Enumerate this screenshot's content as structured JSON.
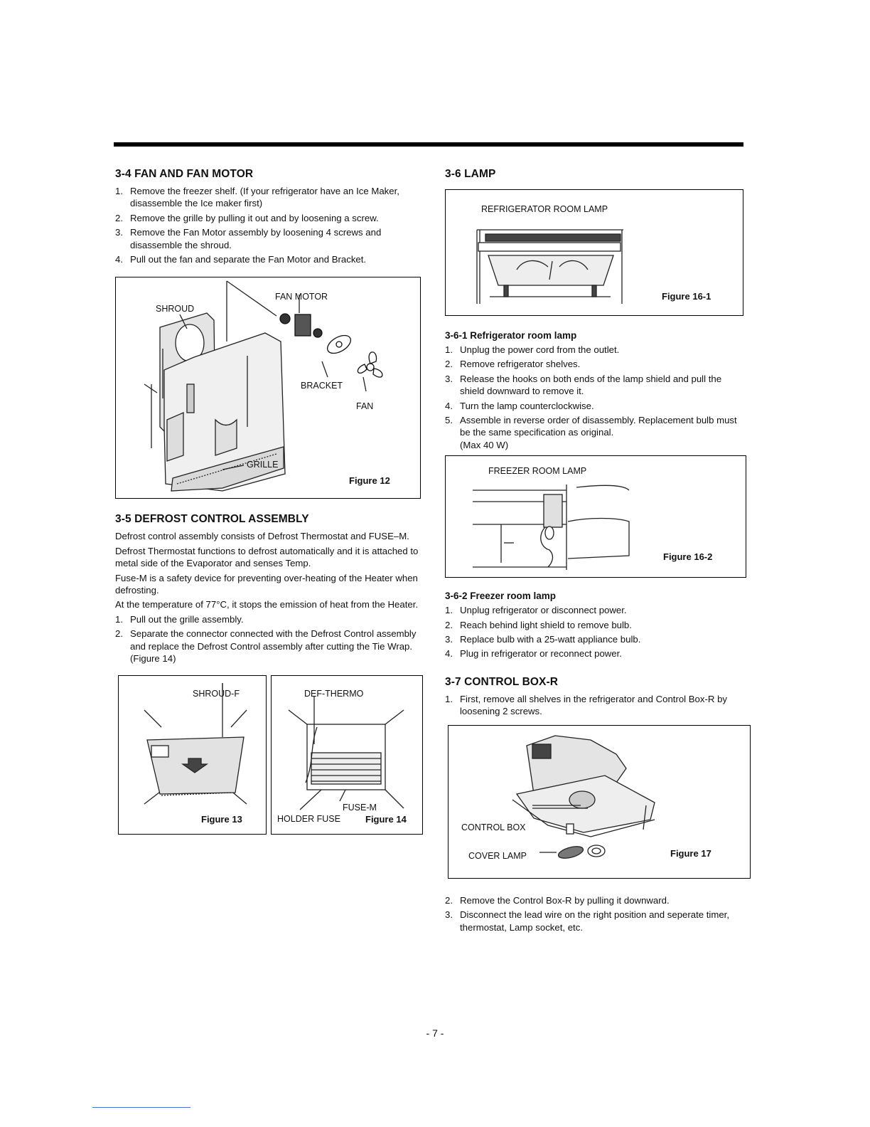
{
  "left": {
    "fan": {
      "heading": "3-4 FAN AND FAN MOTOR",
      "steps": [
        {
          "n": "1.",
          "t": "Remove the freezer shelf. (If your refrigerator have an Ice Maker, disassemble the Ice maker first)"
        },
        {
          "n": "2.",
          "t": "Remove the grille by pulling it out and by loosening a screw."
        },
        {
          "n": "3.",
          "t": "Remove the Fan Motor assembly by loosening 4 screws and disassemble the shroud."
        },
        {
          "n": "4.",
          "t": "Pull out the fan and separate the Fan Motor and Bracket."
        }
      ],
      "figure": {
        "labels": {
          "fan_motor": "FAN MOTOR",
          "shroud": "SHROUD",
          "bracket": "BRACKET",
          "fan": "FAN",
          "grille": "GRILLE"
        },
        "caption": "Figure 12"
      }
    },
    "defrost": {
      "heading": "3-5 DEFROST CONTROL ASSEMBLY",
      "paras": [
        "Defrost control assembly consists of Defrost Thermostat and FUSE–M.",
        "Defrost Thermostat functions to defrost automatically and it is attached to metal side of the Evaporator and senses Temp.",
        "Fuse-M is a safety device for preventing over-heating of the Heater when defrosting.",
        "At the temperature of 77°C, it stops the emission of heat from the Heater."
      ],
      "steps": [
        {
          "n": "1.",
          "t": "Pull out the grille assembly."
        },
        {
          "n": "2.",
          "t": "Separate the connector connected with the Defrost Control assembly and replace the Defrost Control assembly after cutting the Tie Wrap. (Figure 14)"
        }
      ],
      "fig13": {
        "label": "SHROUD-F",
        "caption": "Figure 13"
      },
      "fig14": {
        "label_thermo": "DEF-THERMO",
        "label_fuse": "FUSE-M",
        "label_holder": "HOLDER FUSE",
        "caption": "Figure 14"
      }
    }
  },
  "right": {
    "lamp": {
      "heading": "3-6 LAMP",
      "fig16_1": {
        "label": "REFRIGERATOR ROOM LAMP",
        "caption": "Figure  16-1"
      },
      "sub1": {
        "heading": "3-6-1 Refrigerator room lamp",
        "steps": [
          {
            "n": "1.",
            "t": "Unplug the power cord from the outlet."
          },
          {
            "n": "2.",
            "t": "Remove refrigerator shelves."
          },
          {
            "n": "3.",
            "t": "Release the hooks on both ends of the lamp shield and pull the shield downward to remove it."
          },
          {
            "n": "4.",
            "t": "Turn the lamp counterclockwise."
          },
          {
            "n": "5.",
            "t": "Assemble in reverse order of disassembly. Replacement bulb must be the same specification as original."
          }
        ],
        "note": "(Max 40 W)"
      },
      "fig16_2": {
        "label": "FREEZER ROOM LAMP",
        "caption": "Figure  16-2"
      },
      "sub2": {
        "heading": "3-6-2 Freezer room lamp",
        "steps": [
          {
            "n": "1.",
            "t": "Unplug refrigerator or disconnect power."
          },
          {
            "n": "2.",
            "t": "Reach behind light shield to remove bulb."
          },
          {
            "n": "3.",
            "t": "Replace bulb with a 25-watt appliance bulb."
          },
          {
            "n": "4.",
            "t": "Plug in refrigerator or reconnect power."
          }
        ]
      }
    },
    "control": {
      "heading": "3-7 CONTROL BOX-R",
      "steps_a": [
        {
          "n": "1.",
          "t": "First, remove all shelves in the refrigerator and Control Box-R by loosening 2 screws."
        }
      ],
      "fig17": {
        "label_box": "CONTROL BOX",
        "label_cover": "COVER LAMP",
        "caption": "Figure  17"
      },
      "steps_b": [
        {
          "n": "2.",
          "t": "Remove the Control Box-R by pulling it downward."
        },
        {
          "n": "3.",
          "t": "Disconnect the lead wire on the right position and seperate timer, thermostat, Lamp socket, etc."
        }
      ]
    }
  },
  "page_number": "- 7 -"
}
